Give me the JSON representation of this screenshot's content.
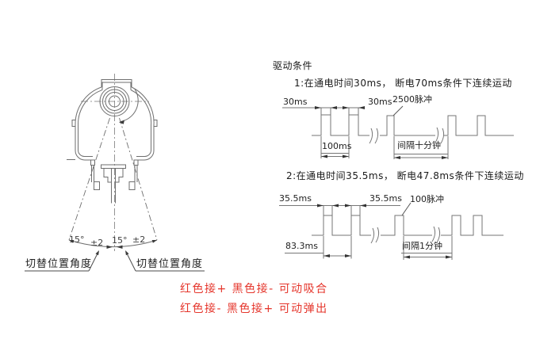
{
  "colors": {
    "red_note": "#e5352b",
    "line": "#6e6e6e",
    "text": "#1f1f1f"
  },
  "drawing": {
    "angle_left": "15°",
    "angle_left_tol": "±2",
    "angle_right": "15°",
    "angle_right_tol": "±2",
    "position_label_left": "切替位置角度",
    "position_label_right": "切替位置角度"
  },
  "drive": {
    "heading": "驱动条件",
    "cond1": {
      "title": "1:在通电时间30ms， 断电70ms条件下连续运动",
      "on_label_1": "30ms",
      "on_label_2": "30ms",
      "pulse_label": "2500脉冲",
      "period_label": "100ms",
      "interval_label": "间隔十分钟"
    },
    "cond2": {
      "title": "2:在通电时间35.5ms， 断电47.8ms条件下连续运动",
      "on_label_1": "35.5ms",
      "on_label_2": "35.5ms",
      "pulse_label": "100脉冲",
      "period_label": "83.3ms",
      "interval_label": "间隔1分钟"
    }
  },
  "notes": {
    "line1": "红色接+ 黑色接- 可动吸合",
    "line2": "红色接- 黑色接+ 可动弹出"
  }
}
